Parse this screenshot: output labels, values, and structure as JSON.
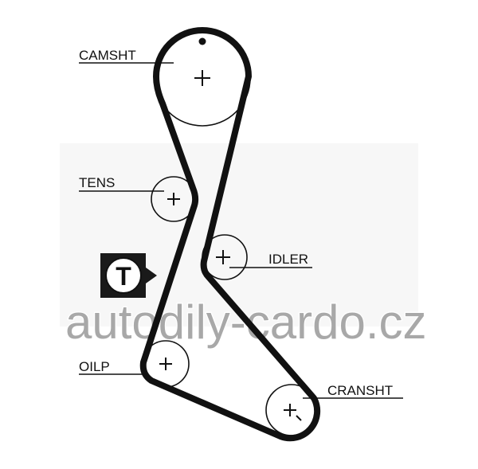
{
  "labels": {
    "camshaft": "CAMSHT",
    "tensioner": "TENS",
    "idler": "IDLER",
    "oil_pump": "OILP",
    "crankshaft": "CRANSHT"
  },
  "tensioner_icon_letter": "T",
  "watermark": "autodily-cardo.cz",
  "colors": {
    "belt": "#111111",
    "watermark": "#a8a8a8"
  }
}
